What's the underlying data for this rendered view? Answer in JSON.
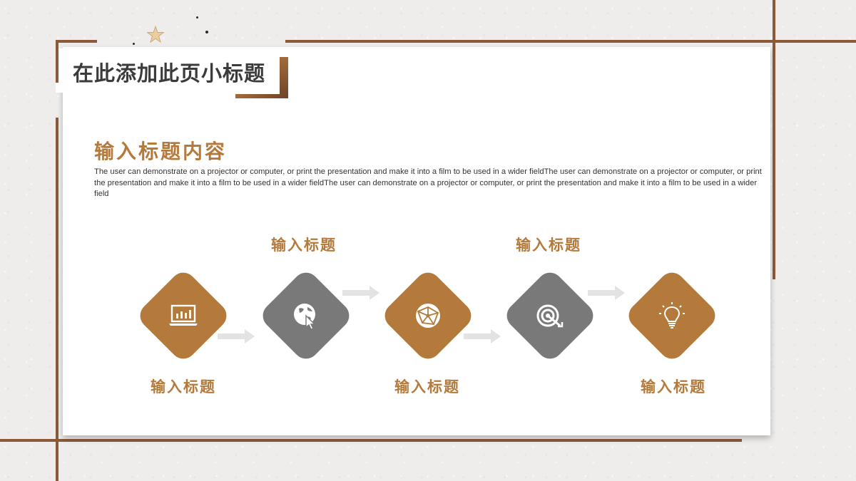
{
  "slide": {
    "title": "在此添加此页小标题",
    "heading": "输入标题内容",
    "body": "The user can demonstrate on a projector or computer, or print the presentation and make it into a film to be used in a wider fieldThe user can demonstrate on a projector or computer, or print the presentation and make it into a film to be used in a wider fieldThe user can demonstrate on a projector or computer, or print the presentation and make it into a film to be used in a wider field"
  },
  "colors": {
    "accent": "#b47a3c",
    "gray": "#7a7979",
    "frame": "#8a5a3a"
  },
  "steps": [
    {
      "label": "输入标题",
      "icon": "laptop-chart-icon",
      "color": "gold"
    },
    {
      "label": "输入标题",
      "icon": "globe-cursor-icon",
      "color": "gray"
    },
    {
      "label": "输入标题",
      "icon": "network-globe-icon",
      "color": "gold"
    },
    {
      "label": "输入标题",
      "icon": "target-icon",
      "color": "gray"
    },
    {
      "label": "输入标题",
      "icon": "lightbulb-icon",
      "color": "gold"
    }
  ]
}
